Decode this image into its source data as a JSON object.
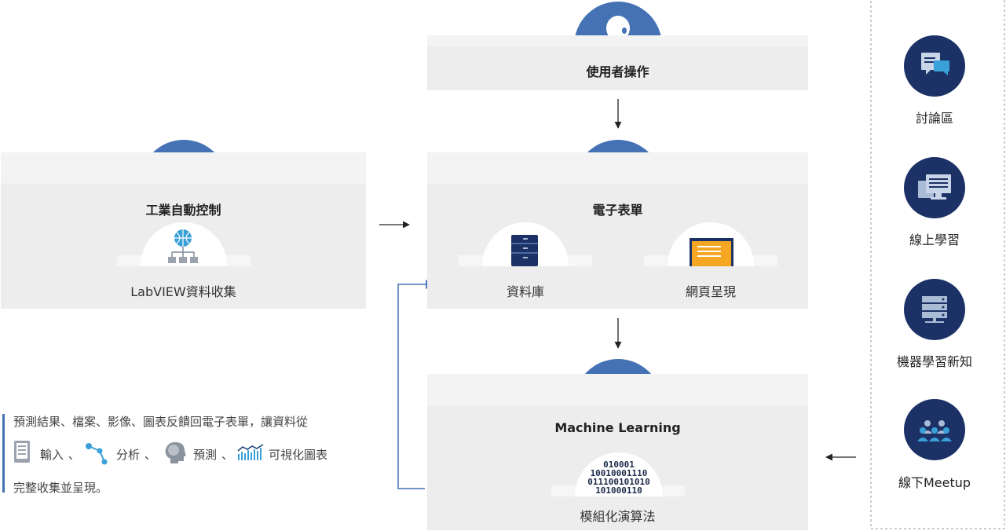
{
  "user_op": {
    "label": "使用者操作"
  },
  "industrial": {
    "label": "工業自動控制",
    "sub_label": "LabVIEW資料收集"
  },
  "eform": {
    "label": "電子表單",
    "db_label": "資料庫",
    "web_label": "網頁呈現"
  },
  "ml": {
    "label": "Machine Learning",
    "sub_label": "模組化演算法",
    "binary": [
      "010001",
      "10010001110",
      "011100101010",
      "101000110"
    ]
  },
  "side": {
    "items": [
      {
        "label": "討論區",
        "icon": "chat-icon"
      },
      {
        "label": "線上學習",
        "icon": "monitor-icon"
      },
      {
        "label": "機器學習新知",
        "icon": "server-icon"
      },
      {
        "label": "線下Meetup",
        "icon": "people-icon"
      }
    ]
  },
  "note": {
    "line1": "預測結果、檔案、影像、圖表反饋回電子表單，讓資料從",
    "input": "輸入",
    "analysis": "分析",
    "predict": "預測",
    "visual": "可視化圖表",
    "sep": "、",
    "line3": "完整收集並呈現。"
  },
  "colors": {
    "accent": "#4472b4",
    "navy": "#1c3266",
    "panel": "#ededed"
  }
}
